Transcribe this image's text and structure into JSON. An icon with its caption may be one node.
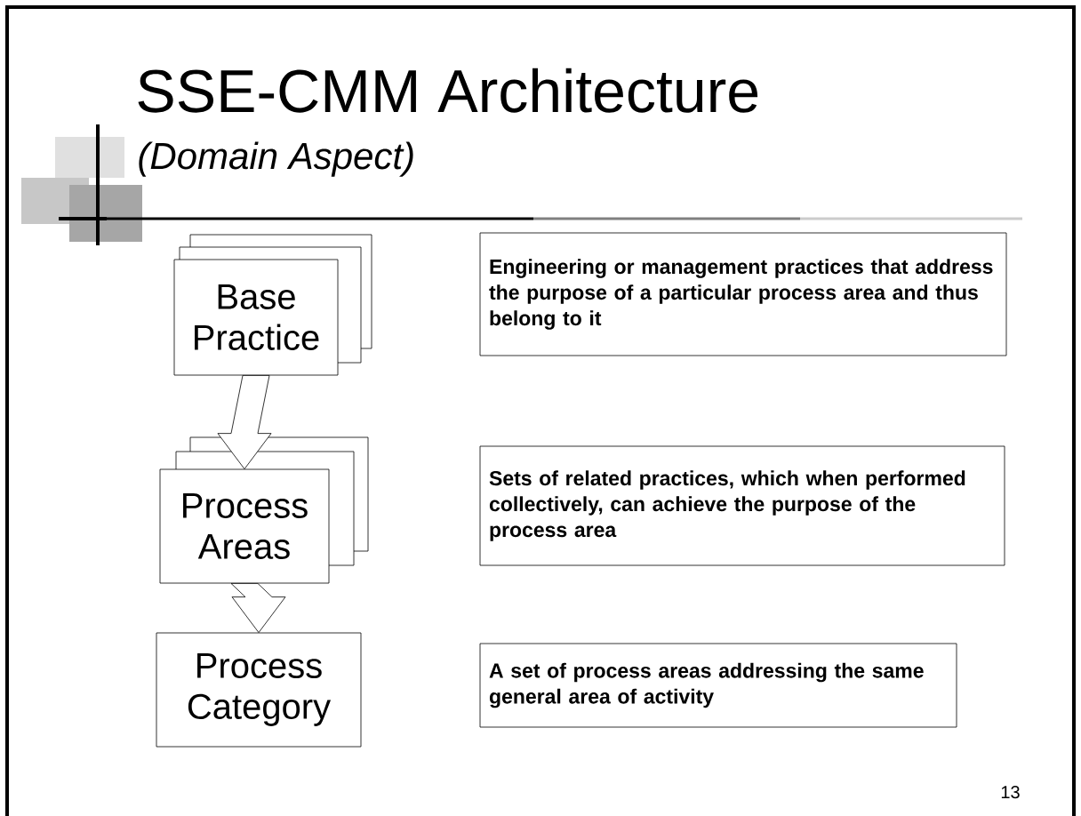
{
  "diagram": {
    "title": "SSE-CMM Architecture",
    "nodes": [
      {
        "text": [
          "Base Practice"
        ]
      },
      {
        "text": [
          "Process Areas"
        ]
      },
      {
        "text": [
          "Process Category"
        ]
      },
      {
        "text": [
          "Engineering or management practices that address the purpose of a particular process area and thus belong to it"
        ]
      },
      {
        "text": [
          "Sets of related practices, which when performed collectively, can achieve the purpose of the process area"
        ]
      },
      {
        "text": [
          "A set of process areas addressing the same general area of activity"
        ]
      }
    ],
    "edges": [
      {
        "from": 0,
        "to": 1,
        "arrow": "to"
      },
      {
        "from": 1,
        "to": 2,
        "arrow": "to"
      }
    ],
    "labels": [
      "(Domain Aspect)",
      "13"
    ]
  }
}
